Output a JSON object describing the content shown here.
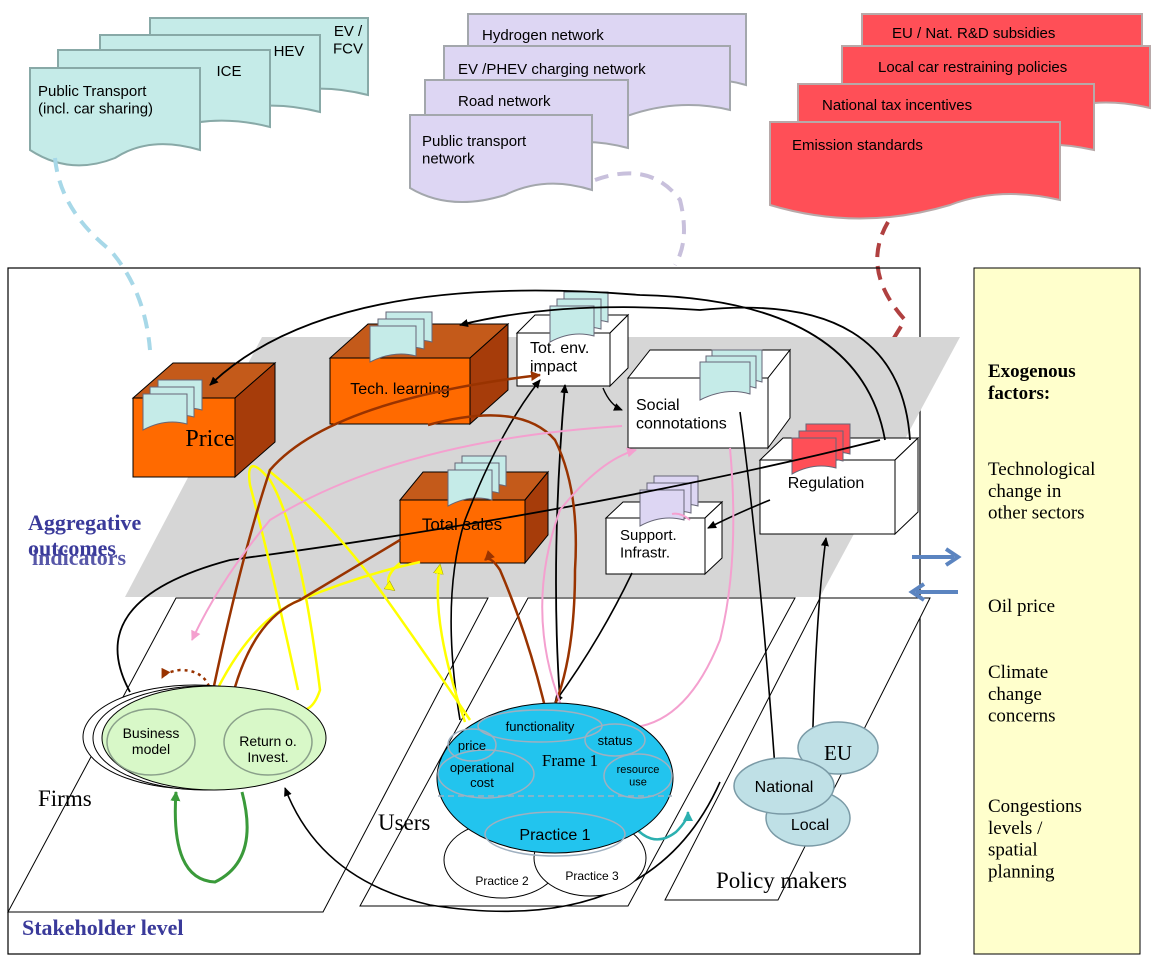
{
  "colors": {
    "tech_doc": "#c5ebe8",
    "infra_doc": "#ddd6f3",
    "policy_doc": "#ff4f57",
    "orange_box": "#ff6a00",
    "orange_dark": "#a63c0a",
    "grey_plane": "#d6d6d6",
    "heading_blue": "#3a3a9a",
    "firms_oval": "#d8f8c8",
    "users_oval": "#22c4ee",
    "policy_oval": "#bfe0e6",
    "exo_panel": "#ffffcc",
    "arrow_blue": "#5b84c0",
    "yellow_line": "#ffff00",
    "pink_line": "#f4a0cf",
    "brown_line": "#993300",
    "green_line": "#3a9a3a",
    "teal_line": "#2cb0b0"
  },
  "tech_docs": [
    "EV /\nFCV",
    "HEV",
    "ICE",
    "Public Transport\n(incl. car sharing)"
  ],
  "infra_docs": [
    "Hydrogen network",
    "EV /PHEV charging network",
    "Road network",
    "Public transport\nnetwork"
  ],
  "policy_docs": [
    "EU / Nat. R&D subsidies",
    "Local car restraining policies",
    "National tax incentives",
    "Emission standards"
  ],
  "indicators": {
    "price": "Price",
    "tech_learning": "Tech. learning",
    "tot_env_impact": "Tot. env.\nimpact",
    "social_connotations": "Social\nconnotations",
    "total_sales": "Total sales",
    "support_infra": "Support.\nInfrastr.",
    "regulation": "Regulation"
  },
  "aggregative_label": "Aggregative\noutcomes",
  "aggregative_overlay": "indicators",
  "stakeholder_label": "Stakeholder level",
  "firms": {
    "label": "Firms",
    "business_model": "Business\nmodel",
    "return": "Return o.\nInvest."
  },
  "users": {
    "label": "Users",
    "functionality": "functionality",
    "price": "price",
    "status": "status",
    "frame": "Frame 1",
    "operational_cost": "operational\ncost",
    "resource_use": "resource\nuse",
    "practice1": "Practice 1",
    "practice2": "Practice 2",
    "practice3": "Practice 3"
  },
  "policy": {
    "label": "Policy makers",
    "eu": "EU",
    "national": "National",
    "local": "Local"
  },
  "exogenous": {
    "title": "Exogenous\nfactors:",
    "items": [
      "Technological\nchange in\nother sectors",
      "Oil price",
      "Climate\nchange\nconcerns",
      "Congestions\nlevels /\nspatial\nplanning"
    ]
  }
}
